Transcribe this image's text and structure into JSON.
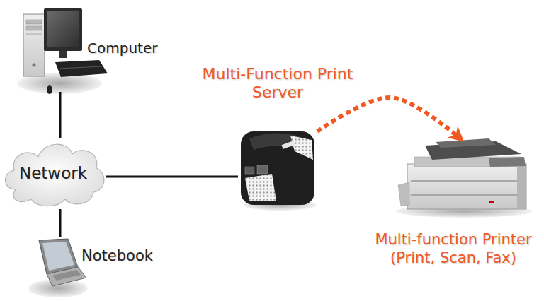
{
  "diagram": {
    "nodes": [
      {
        "text": [
          "Computer"
        ]
      },
      {
        "text": [
          "Multi-Function Print Server"
        ]
      },
      {
        "text": [
          "Network"
        ]
      },
      {
        "text": [
          "Multi-function Printer (Print, Scan, Fax)"
        ]
      },
      {
        "text": [
          "Notebook"
        ]
      }
    ],
    "edges": [
      {
        "from": 0,
        "to": 2,
        "arrow": "none"
      },
      {
        "from": 2,
        "to": 1,
        "arrow": "none"
      },
      {
        "from": 2,
        "to": 4,
        "arrow": "none"
      },
      {
        "from": 1,
        "to": 3,
        "arrow": "to"
      }
    ]
  }
}
